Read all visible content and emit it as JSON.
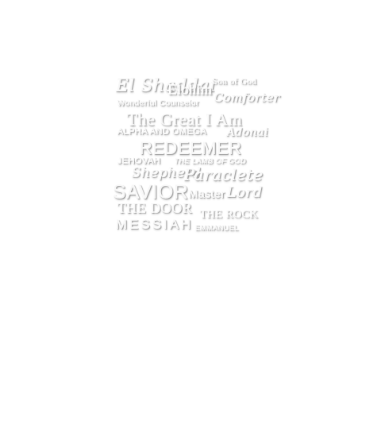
{
  "embossed_words": [
    "El Shaddai",
    "Elohim",
    "Son of God",
    "Wonderful Counselor",
    "Comforter",
    "The Great I Am",
    "ALPHA AND OMEGA",
    "Adonai",
    "REDEEMER",
    "JEHOVAH",
    "THE LAMB OF GOD",
    "Shepherd",
    "Paraclete",
    "SAVIOR",
    "Master",
    "Lord",
    "THE DOOR",
    "THE ROCK",
    "MESSIAH",
    "EMMANUEL"
  ],
  "colors": {
    "background": "#ffffff",
    "emboss_face": "#f7f7f7",
    "emboss_shadow": "#9a9a9a"
  }
}
